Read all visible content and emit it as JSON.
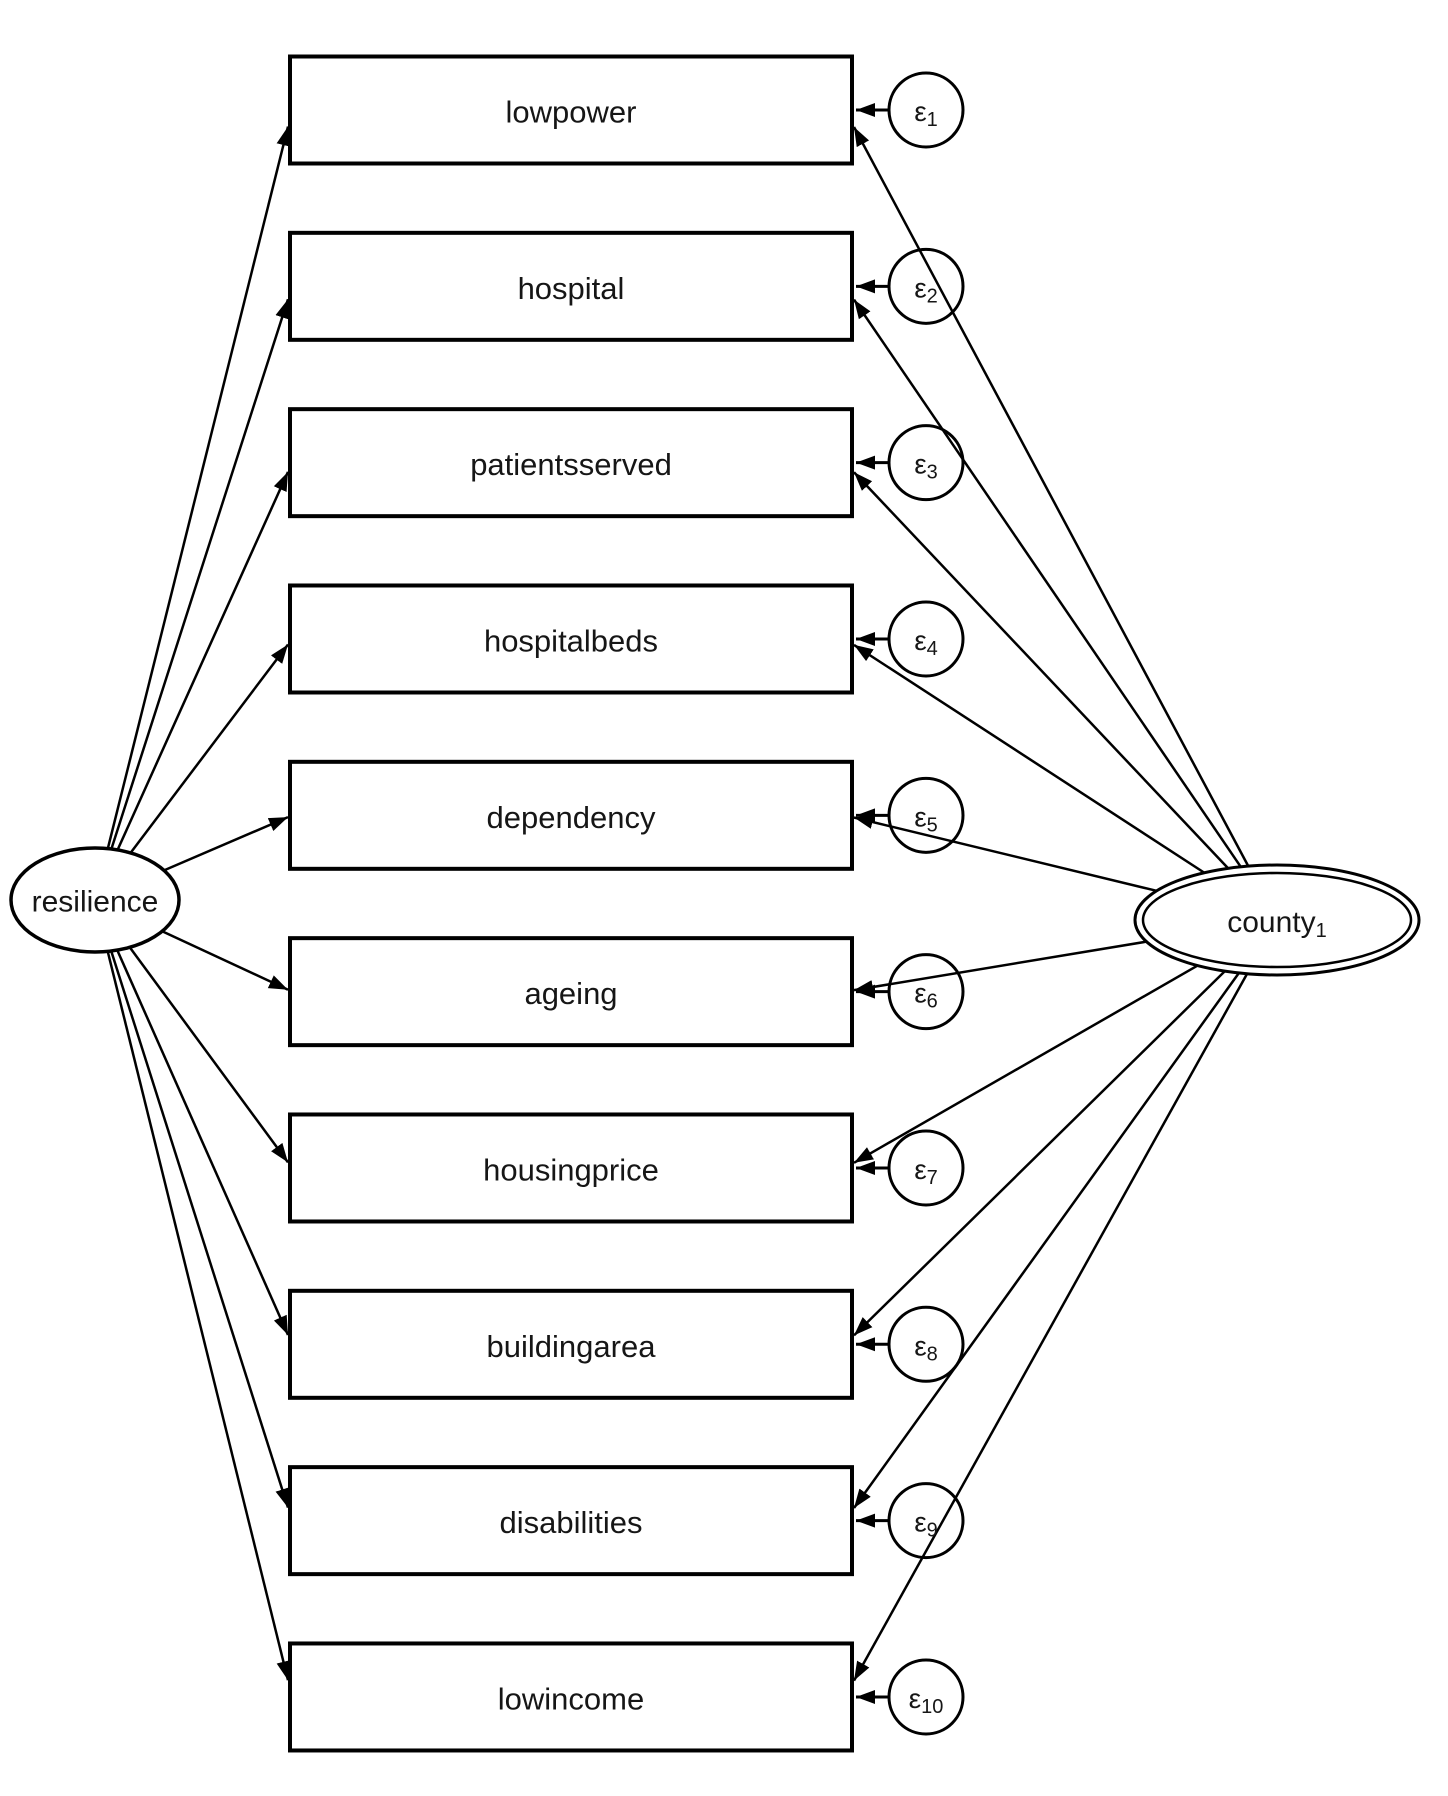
{
  "page": {
    "background": "#ffffff"
  },
  "diagram": {
    "type": "structural-equation-model-path-diagram",
    "left_latent": {
      "label": "resilience",
      "shape": "single-outline-ellipse"
    },
    "right_latent": {
      "label": "county",
      "subscript": "1",
      "shape": "double-outline-ellipse"
    },
    "indicators": [
      {
        "label": "lowpower",
        "error_symbol": "ε",
        "error_subscript": "1"
      },
      {
        "label": "hospital",
        "error_symbol": "ε",
        "error_subscript": "2"
      },
      {
        "label": "patientsserved",
        "error_symbol": "ε",
        "error_subscript": "3"
      },
      {
        "label": "hospitalbeds",
        "error_symbol": "ε",
        "error_subscript": "4"
      },
      {
        "label": "dependency",
        "error_symbol": "ε",
        "error_subscript": "5"
      },
      {
        "label": "ageing",
        "error_symbol": "ε",
        "error_subscript": "6"
      },
      {
        "label": "housingprice",
        "error_symbol": "ε",
        "error_subscript": "7"
      },
      {
        "label": "buildingarea",
        "error_symbol": "ε",
        "error_subscript": "8"
      },
      {
        "label": "disabilities",
        "error_symbol": "ε",
        "error_subscript": "9"
      },
      {
        "label": "lowincome",
        "error_symbol": "ε",
        "error_subscript": "10"
      }
    ],
    "edges": {
      "left_latent_to_each_indicator": true,
      "right_latent_to_each_indicator": true,
      "error_term_to_its_indicator": true,
      "arrow_direction": "into-indicator-rectangles"
    },
    "colors": {
      "line": "#000000",
      "node_fill": "#ffffff",
      "text": "#161616"
    }
  }
}
